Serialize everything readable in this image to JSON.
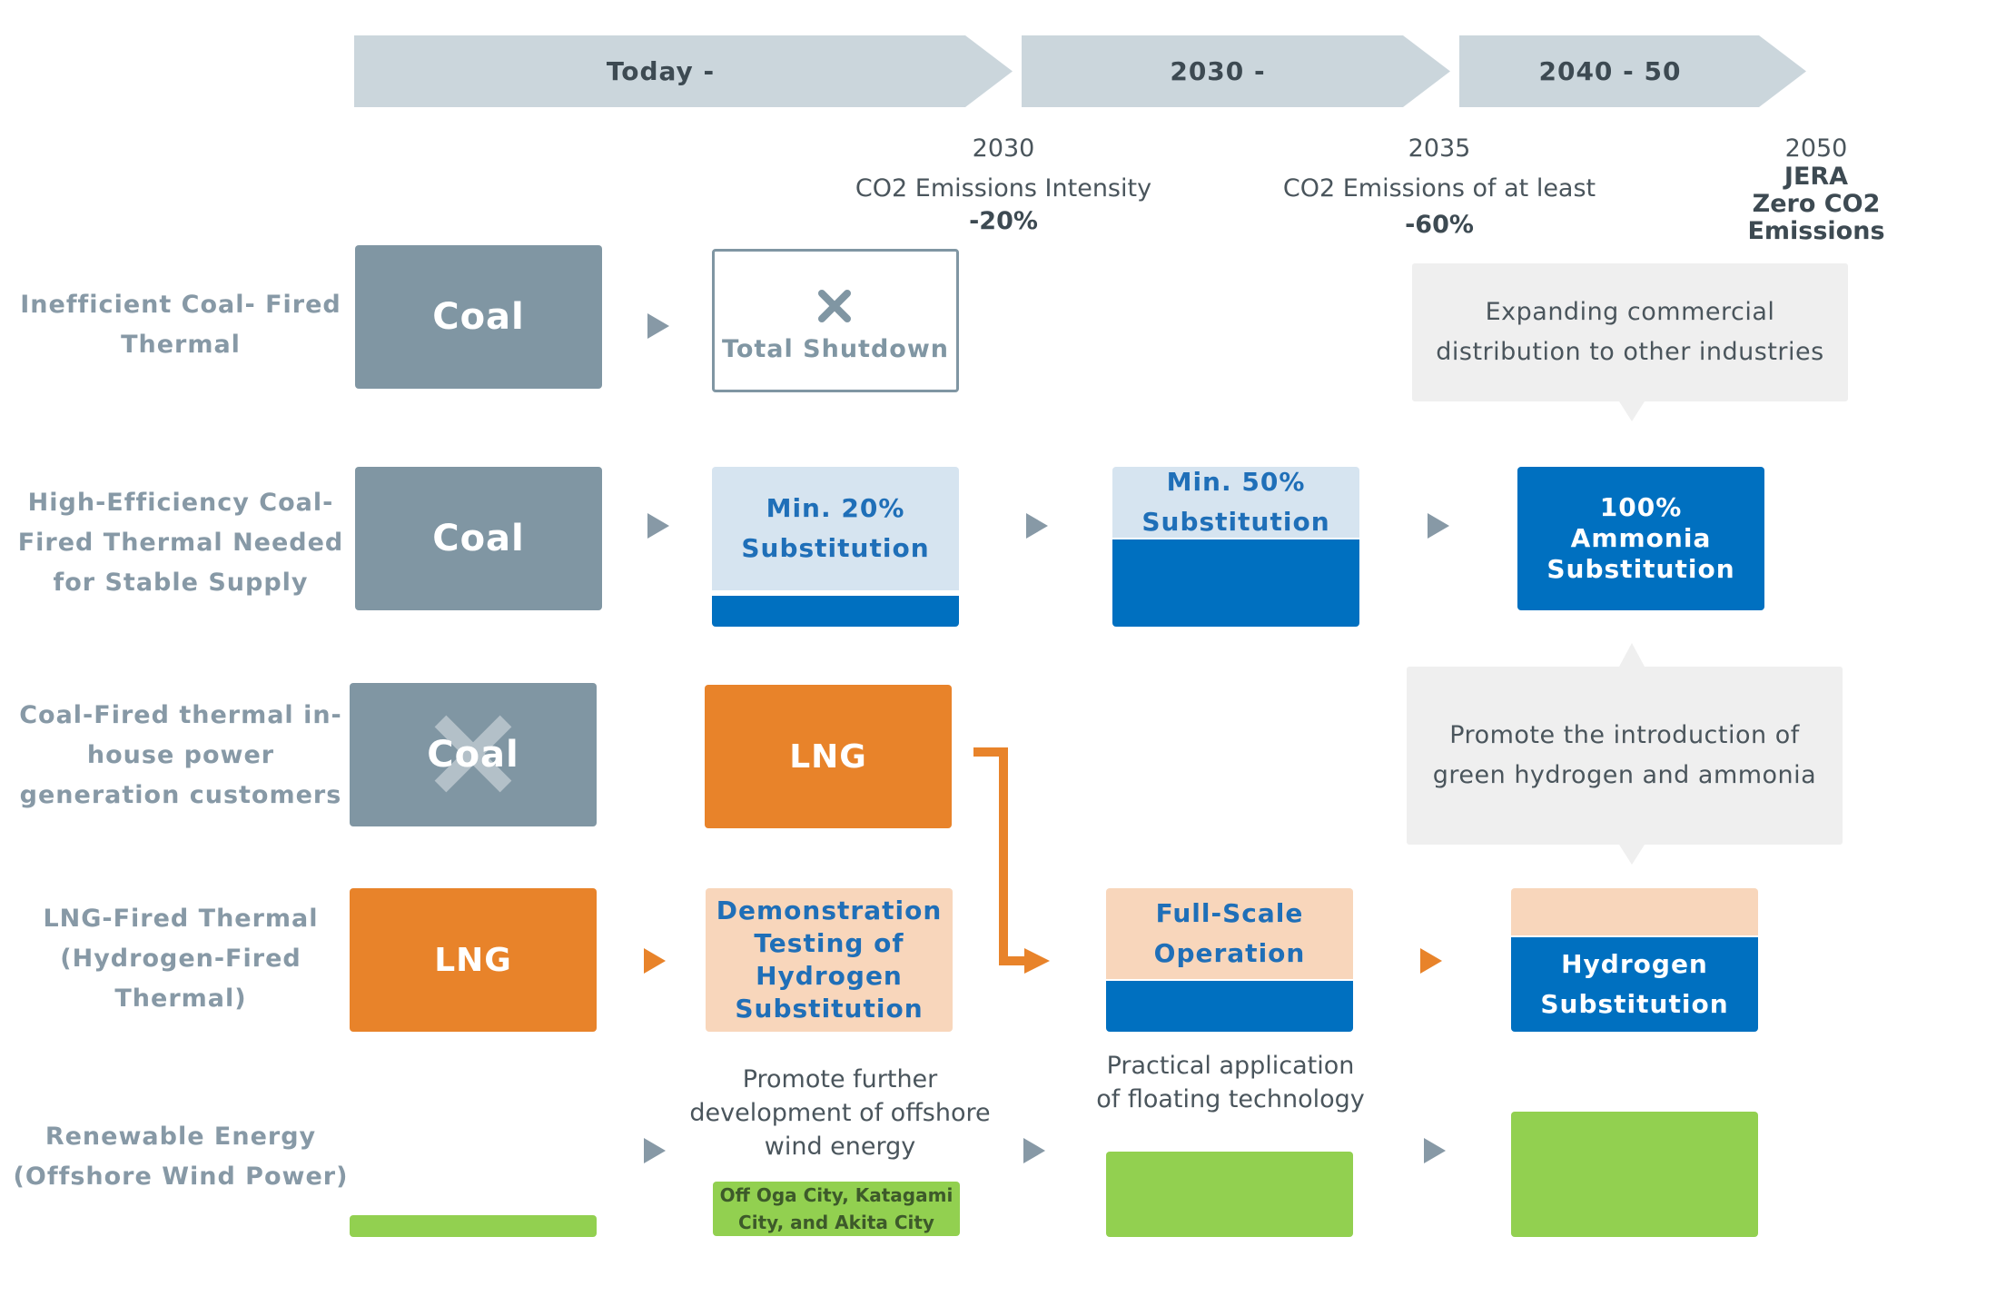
{
  "phases": [
    "Today -",
    "2030 -",
    "2040 - 50"
  ],
  "milestones": [
    {
      "year": "2030",
      "line1": "CO2 Emissions Intensity",
      "line2": "-20%"
    },
    {
      "year": "2035",
      "line1": "CO2 Emissions of at least",
      "line2": "-60%"
    },
    {
      "year": "2050",
      "line1": "JERA",
      "line2": "Zero CO2",
      "line3": "Emissions"
    }
  ],
  "rows": {
    "r1": {
      "label": "Inefficient Coal- Fired Thermal",
      "box1": "Coal",
      "shutdown": "Total Shutdown"
    },
    "r2": {
      "label": "High-Efficiency Coal-Fired Thermal Needed for Stable Supply",
      "box1": "Coal",
      "step1": "Min. 20% Substitution",
      "step2": "Min. 50% Substitution",
      "step3": "100% Ammonia Substitution"
    },
    "r3": {
      "label": "Coal-Fired thermal in-house power generation customers",
      "box1": "Coal",
      "box2": "LNG"
    },
    "r4": {
      "label": "LNG-Fired Thermal (Hydrogen-Fired Thermal)",
      "box1": "LNG",
      "step1": "Demonstration Testing of Hydrogen Substitution",
      "step2": "Full-Scale Operation",
      "step3": "Hydrogen Substitution"
    },
    "r5": {
      "label": "Renewable Energy (Offshore Wind Power)",
      "note1": "Promote further development of offshore wind energy",
      "site": "Off Oga City, Katagami City, and Akita City",
      "note2": "Practical application of floating technology"
    }
  },
  "bubbles": {
    "top": "Expanding commercial distribution to other industries",
    "middle": "Promote the introduction of green hydrogen and ammonia"
  },
  "colors": {
    "coal": "#8096a3",
    "lng": "#e8832a",
    "ammonia_blue": "#0070c0",
    "renewable_green": "#92d050",
    "phase_gray": "#cbd6dc"
  },
  "icons": [
    "x-mark-icon",
    "arrow-right-icon",
    "elbow-arrow-icon"
  ]
}
